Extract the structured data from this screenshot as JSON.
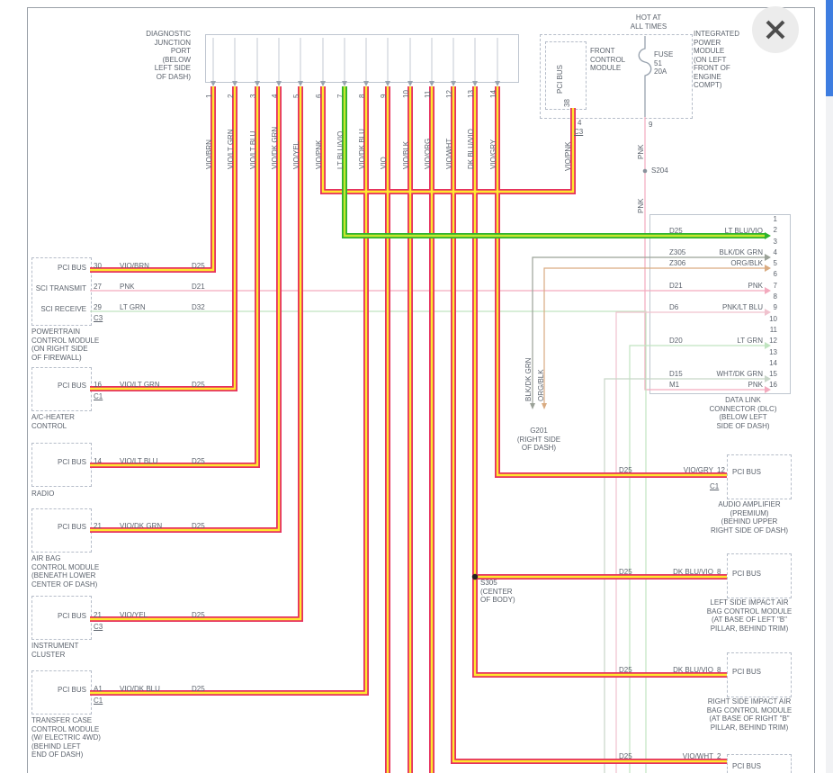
{
  "colors": {
    "hl-outer": "#e6305f",
    "hl-inner": "#ffe92e",
    "grn-outer": "#2db32d",
    "grn-inner": "#c6e62e",
    "pnk": "#f3aabe",
    "ltgrn": "#c0e4c0",
    "pnkblu": "#f0c2ce",
    "whtgrn": "#c8d6c8",
    "blkgrn": "#9ba298",
    "orgblk": "#d9ab81",
    "scroll": "#3e7de0"
  },
  "junction_port": {
    "label": "DIAGNOSTIC\nJUNCTION\nPORT\n(BELOW\nLEFT SIDE\nOF DASH)",
    "pins": [
      {
        "n": "1",
        "wire": "VIO/BRN"
      },
      {
        "n": "2",
        "wire": "VIO/LT GRN"
      },
      {
        "n": "3",
        "wire": "VIO/LT BLU"
      },
      {
        "n": "4",
        "wire": "VIO/DK GRN"
      },
      {
        "n": "5",
        "wire": "VIO/YEL"
      },
      {
        "n": "6",
        "wire": "VIO/PNK"
      },
      {
        "n": "7",
        "wire": "LT BLU/VIO"
      },
      {
        "n": "8",
        "wire": "VIO/DK BLU"
      },
      {
        "n": "9",
        "wire": "VIO"
      },
      {
        "n": "10",
        "wire": "VIO/BLK"
      },
      {
        "n": "11",
        "wire": "VIO/ORG"
      },
      {
        "n": "12",
        "wire": "VIO/WHT"
      },
      {
        "n": "13",
        "wire": "DK BLU/VIO"
      },
      {
        "n": "14",
        "wire": "VIO/GRY"
      }
    ]
  },
  "power": {
    "hot": "HOT AT\nALL TIMES",
    "ipm": "INTEGRATED\nPOWER\nMODULE\n(ON LEFT\nFRONT OF\nENGINE\nCOMPT)",
    "fcm": "FRONT\nCONTROL\nMODULE",
    "fcm_bus": "PCI BUS",
    "fuse": "FUSE\n51\n20A",
    "fcm_pin": "38",
    "fcm_wire": "VIO/PNK",
    "fcm_wire_pin": "4",
    "fcm_conn": "C3",
    "fuse_pin": "9",
    "pnk": "PNK",
    "s204": "S204"
  },
  "left_modules": [
    {
      "name": "POWERTRAIN\nCONTROL MODULE\n(ON RIGHT SIDE\nOF FIREWALL)",
      "conn": "C3",
      "rows": [
        {
          "bus": "PCI BUS",
          "pin": "30",
          "wire": "VIO/BRN",
          "circuit": "D25"
        },
        {
          "bus": "SCI TRANSMIT",
          "pin": "27",
          "wire": "PNK",
          "circuit": "D21"
        },
        {
          "bus": "SCI RECEIVE",
          "pin": "29",
          "wire": "LT GRN",
          "circuit": "D32"
        }
      ]
    },
    {
      "name": "A/C-HEATER\nCONTROL",
      "conn": "C1",
      "rows": [
        {
          "bus": "PCI BUS",
          "pin": "16",
          "wire": "VIO/LT GRN",
          "circuit": "D25"
        }
      ]
    },
    {
      "name": "RADIO",
      "rows": [
        {
          "bus": "PCI BUS",
          "pin": "14",
          "wire": "VIO/LT BLU",
          "circuit": "D25"
        }
      ]
    },
    {
      "name": "AIR BAG\nCONTROL MODULE\n(BENEATH LOWER\nCENTER OF DASH)",
      "rows": [
        {
          "bus": "PCI BUS",
          "pin": "21",
          "wire": "VIO/DK GRN",
          "circuit": "D25"
        }
      ]
    },
    {
      "name": "INSTRUMENT\nCLUSTER",
      "conn": "C3",
      "rows": [
        {
          "bus": "PCI BUS",
          "pin": "21",
          "wire": "VIO/YEL",
          "circuit": "D25"
        }
      ]
    },
    {
      "name": "TRANSFER CASE\nCONTROL MODULE\n(W/ ELECTRIC 4WD)\n(BEHIND LEFT\nEND OF DASH)",
      "conn": "C1",
      "rows": [
        {
          "bus": "PCI BUS",
          "pin": "A1",
          "wire": "VIO/DK BLU",
          "circuit": "D25"
        }
      ]
    }
  ],
  "dlc": {
    "label": "DATA LINK\nCONNECTOR (DLC)\n(BELOW LEFT\nSIDE OF DASH)",
    "pins": [
      "1",
      "2",
      "3",
      "4",
      "5",
      "6",
      "7",
      "8",
      "9",
      "10",
      "11",
      "12",
      "13",
      "14",
      "15",
      "16"
    ],
    "rows": [
      {
        "circuit": "D25",
        "wire": "LT BLU/VIO"
      },
      {
        "circuit": "Z305",
        "wire": "BLK/DK GRN"
      },
      {
        "circuit": "Z306",
        "wire": "ORG/BLK"
      },
      {
        "circuit": "D21",
        "wire": "PNK"
      },
      {
        "circuit": "D6",
        "wire": "PNK/LT BLU"
      },
      {
        "circuit": "D20",
        "wire": "LT GRN"
      },
      {
        "circuit": "D15",
        "wire": "WHT/DK GRN"
      },
      {
        "circuit": "M1",
        "wire": "PNK"
      }
    ]
  },
  "ground": {
    "label": "G201\n(RIGHT SIDE\nOF DASH)",
    "w1": "BLK/DK GRN",
    "w2": "ORG/BLK"
  },
  "s305": {
    "label": "S305\n(CENTER\nOF BODY)"
  },
  "right_modules": [
    {
      "bus": "PCI BUS",
      "circuit": "D25",
      "wire": "VIO/GRY",
      "pin": "12",
      "conn": "C1",
      "name": "AUDIO AMPLIFIER\n(PREMIUM)\n(BEHIND UPPER\nRIGHT SIDE OF DASH)"
    },
    {
      "bus": "PCI BUS",
      "circuit": "D25",
      "wire": "DK BLU/VIO",
      "pin": "8",
      "name": "LEFT SIDE IMPACT AIR\nBAG CONTROL MODULE\n(AT BASE OF LEFT \"B\"\nPILLAR, BEHIND TRIM)"
    },
    {
      "bus": "PCI BUS",
      "circuit": "D25",
      "wire": "DK BLU/VIO",
      "pin": "8",
      "name": "RIGHT SIDE IMPACT AIR\nBAG CONTROL MODULE\n(AT BASE OF RIGHT \"B\"\nPILLAR, BEHIND TRIM)"
    },
    {
      "bus": "PCI BUS",
      "circuit": "D25",
      "wire": "VIO/WHT",
      "pin": "2"
    }
  ]
}
